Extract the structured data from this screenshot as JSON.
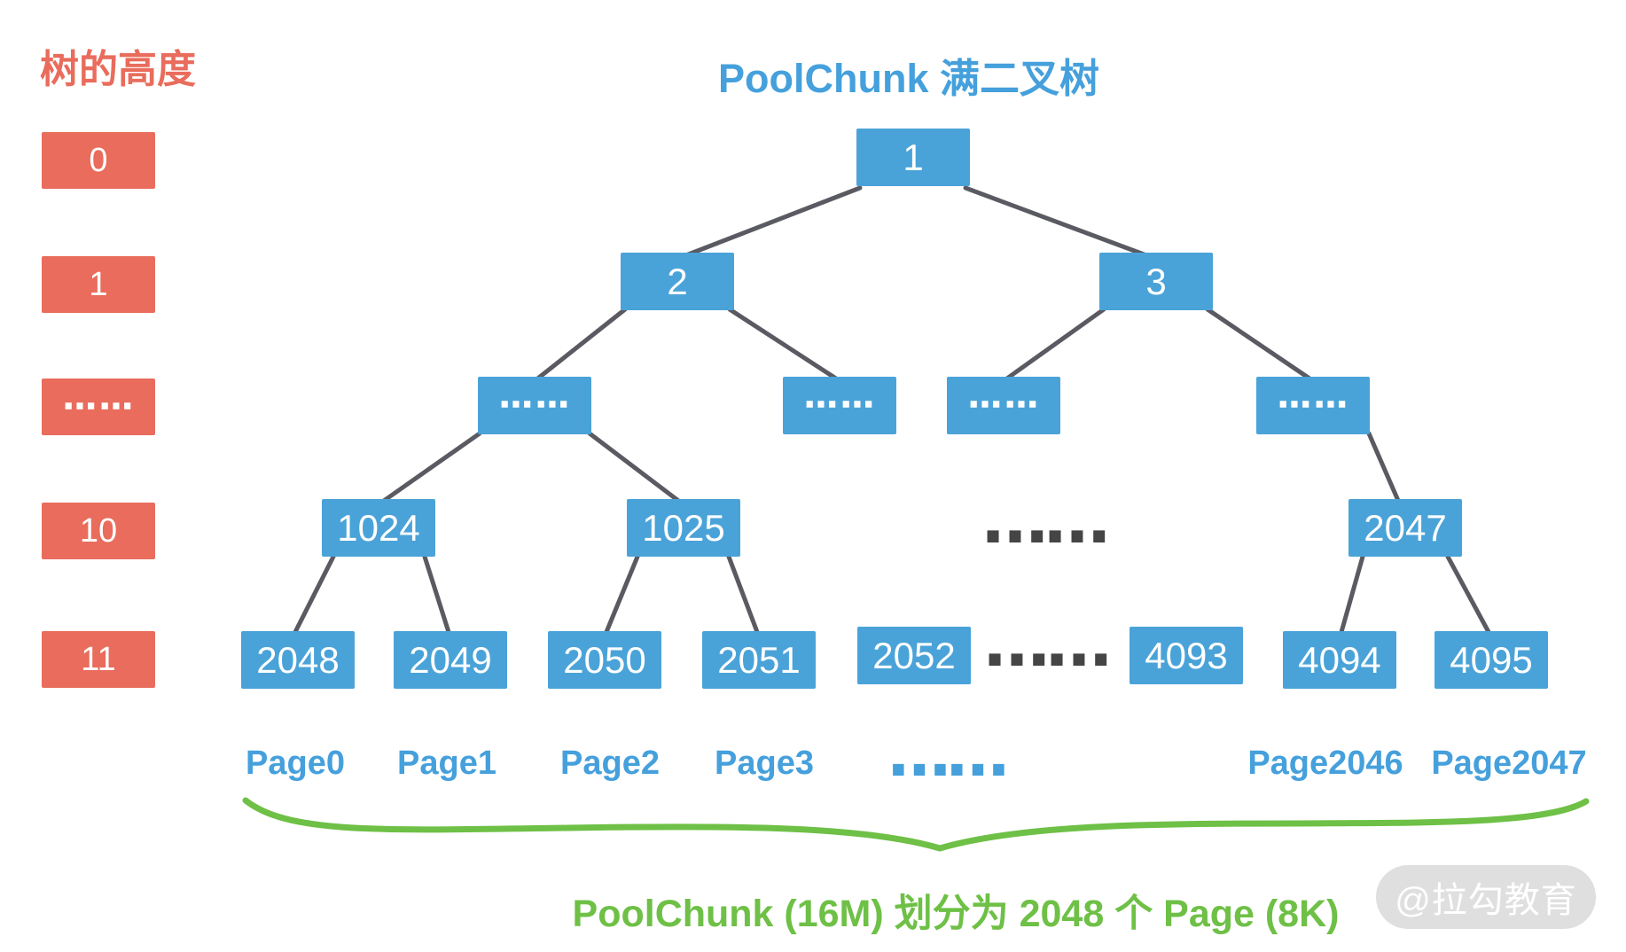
{
  "page": {
    "left_header": "树的高度",
    "title": "PoolChunk 满二叉树",
    "caption": "PoolChunk (16M) 划分为 2048 个 Page (8K)",
    "watermark": "@拉勾教育"
  },
  "colors": {
    "red": "#E96C5C",
    "blue": "#4AA3D8",
    "blue_text": "#45A0DC",
    "edge": "#5A5A62",
    "green": "#6EC046",
    "dot_dark": "#454545",
    "watermark_bg": "#DADADA"
  },
  "height_labels": [
    "0",
    "1",
    "……",
    "10",
    "11"
  ],
  "tree": {
    "root": "1",
    "level1": [
      "2",
      "3"
    ],
    "level2_dots": [
      "……",
      "……",
      "……",
      "……"
    ],
    "level10": [
      "1024",
      "1025",
      "2047"
    ],
    "level11": [
      "2048",
      "2049",
      "2050",
      "2051",
      "2052",
      "4093",
      "4094",
      "4095"
    ],
    "row_dots": {
      "level10": "……",
      "level11": "……",
      "pages": "……"
    }
  },
  "pages": [
    "Page0",
    "Page1",
    "Page2",
    "Page3",
    "Page2046",
    "Page2047"
  ]
}
